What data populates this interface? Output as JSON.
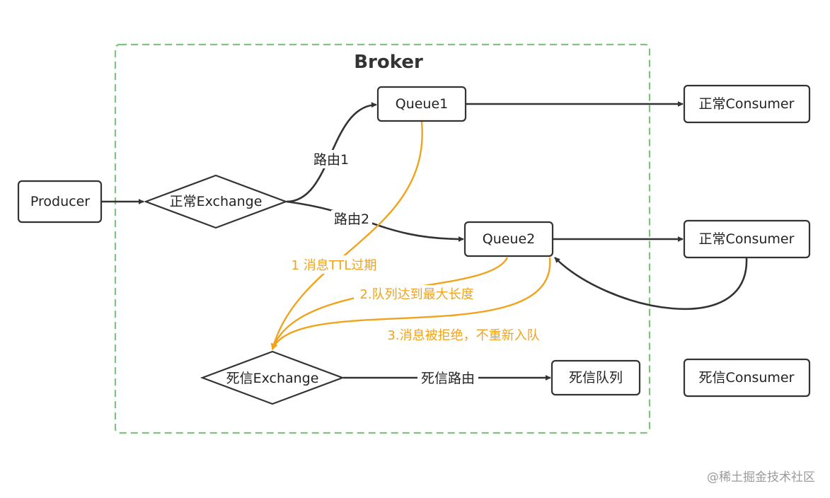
{
  "broker": {
    "title": "Broker"
  },
  "nodes": {
    "producer": "Producer",
    "normal_exchange": "正常Exchange",
    "queue1": "Queue1",
    "queue2": "Queue2",
    "dlx_exchange": "死信Exchange",
    "dead_queue": "死信队列",
    "consumer1": "正常Consumer",
    "consumer2": "正常Consumer",
    "dead_consumer": "死信Consumer"
  },
  "edges": {
    "route1": "路由1",
    "route2": "路由2",
    "dead_route": "死信路由",
    "reason_ttl": "1 消息TTL过期",
    "reason_maxlen": "2.队列达到最大长度",
    "reason_rejected": "3.消息被拒绝，不重新入队"
  },
  "colors": {
    "broker_border": "#7cc47f",
    "dead_letter_path": "#f0a31c",
    "node_border": "#333333"
  },
  "watermark": "@稀土掘金技术社区"
}
